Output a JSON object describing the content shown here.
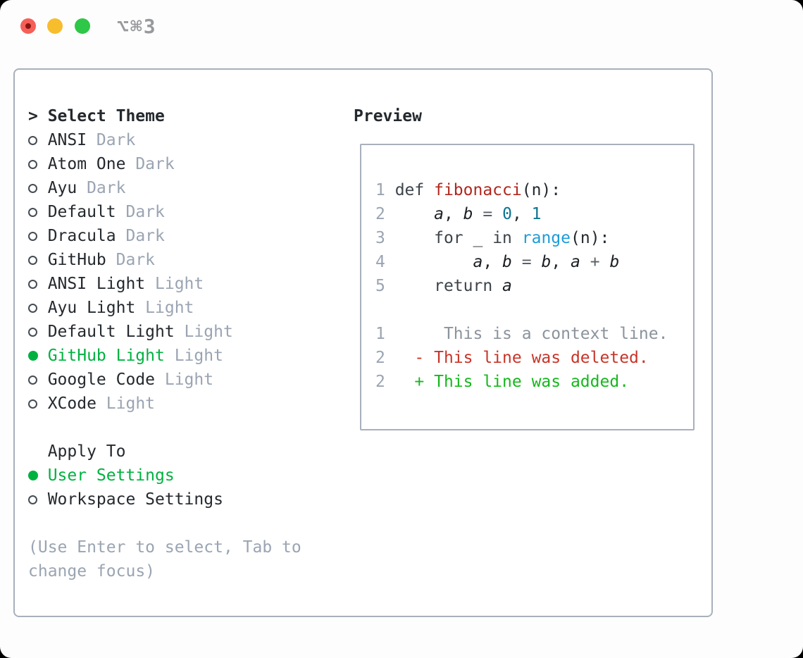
{
  "window": {
    "shortcut": "⌥⌘3"
  },
  "colors": {
    "text": "#24292e",
    "muted": "#9aa4b2",
    "accent-green": "#00b140",
    "panel-border": "#a8b0bb",
    "radio-ring": "#454c54",
    "linenum": "#9aa4b2",
    "shortcut-gray": "#98999d",
    "traffic-red": "#f65f57",
    "traffic-red-dot": "#851710",
    "traffic-yellow": "#f8bd2d",
    "traffic-green": "#2ec748",
    "code-keyword": "#3d444b",
    "code-func": "#b0281e",
    "code-number": "#0e7490",
    "code-builtin": "#1e9cd7",
    "code-var": "#1b1f23",
    "code-op": "#5a6068",
    "diff-context": "#8b939c",
    "diff-deleted": "#c93428",
    "diff-added": "#15b81c"
  },
  "left": {
    "prompt": ">",
    "title": "Select Theme",
    "themes": [
      {
        "name": "ANSI",
        "variant": "Dark",
        "selected": false
      },
      {
        "name": "Atom One",
        "variant": "Dark",
        "selected": false
      },
      {
        "name": "Ayu",
        "variant": "Dark",
        "selected": false
      },
      {
        "name": "Default",
        "variant": "Dark",
        "selected": false
      },
      {
        "name": "Dracula",
        "variant": "Dark",
        "selected": false
      },
      {
        "name": "GitHub",
        "variant": "Dark",
        "selected": false
      },
      {
        "name": "ANSI Light",
        "variant": "Light",
        "selected": false
      },
      {
        "name": "Ayu Light",
        "variant": "Light",
        "selected": false
      },
      {
        "name": "Default Light",
        "variant": "Light",
        "selected": false
      },
      {
        "name": "GitHub Light",
        "variant": "Light",
        "selected": true
      },
      {
        "name": "Google Code",
        "variant": "Light",
        "selected": false
      },
      {
        "name": "XCode",
        "variant": "Light",
        "selected": false
      }
    ],
    "apply_to": {
      "title": "Apply To",
      "options": [
        {
          "label": "User Settings",
          "selected": true
        },
        {
          "label": "Workspace Settings",
          "selected": false
        }
      ]
    },
    "hint_lines": [
      "(Use Enter to select, Tab to",
      "change focus)"
    ]
  },
  "preview": {
    "title": "Preview",
    "lines": [
      {
        "num": "1",
        "tokens": [
          {
            "t": "def ",
            "c": "keyword"
          },
          {
            "t": "fibonacci",
            "c": "func"
          },
          {
            "t": "(n):",
            "c": "text"
          }
        ]
      },
      {
        "num": "2",
        "tokens": [
          {
            "t": "    ",
            "c": "text"
          },
          {
            "t": "a",
            "c": "var"
          },
          {
            "t": ", ",
            "c": "text"
          },
          {
            "t": "b",
            "c": "var"
          },
          {
            "t": " ",
            "c": "text"
          },
          {
            "t": "=",
            "c": "op"
          },
          {
            "t": " ",
            "c": "text"
          },
          {
            "t": "0",
            "c": "number"
          },
          {
            "t": ", ",
            "c": "text"
          },
          {
            "t": "1",
            "c": "number"
          }
        ]
      },
      {
        "num": "3",
        "tokens": [
          {
            "t": "    ",
            "c": "text"
          },
          {
            "t": "for",
            "c": "keyword"
          },
          {
            "t": " _ ",
            "c": "text"
          },
          {
            "t": "in",
            "c": "keyword"
          },
          {
            "t": " ",
            "c": "text"
          },
          {
            "t": "range",
            "c": "builtin"
          },
          {
            "t": "(n):",
            "c": "text"
          }
        ]
      },
      {
        "num": "4",
        "tokens": [
          {
            "t": "        ",
            "c": "text"
          },
          {
            "t": "a",
            "c": "var"
          },
          {
            "t": ", ",
            "c": "text"
          },
          {
            "t": "b",
            "c": "var"
          },
          {
            "t": " ",
            "c": "text"
          },
          {
            "t": "=",
            "c": "op"
          },
          {
            "t": " ",
            "c": "text"
          },
          {
            "t": "b",
            "c": "var"
          },
          {
            "t": ", ",
            "c": "text"
          },
          {
            "t": "a",
            "c": "var"
          },
          {
            "t": " ",
            "c": "text"
          },
          {
            "t": "+",
            "c": "op"
          },
          {
            "t": " ",
            "c": "text"
          },
          {
            "t": "b",
            "c": "var"
          }
        ]
      },
      {
        "num": "5",
        "tokens": [
          {
            "t": "    ",
            "c": "text"
          },
          {
            "t": "return ",
            "c": "keyword"
          },
          {
            "t": "a",
            "c": "var"
          }
        ]
      },
      {
        "num": "",
        "tokens": []
      },
      {
        "num": "1",
        "tokens": [
          {
            "t": "     This is a context line.",
            "c": "context"
          }
        ]
      },
      {
        "num": "2",
        "tokens": [
          {
            "t": "  - This line was deleted.",
            "c": "deleted"
          }
        ]
      },
      {
        "num": "2",
        "tokens": [
          {
            "t": "  + This line was added.",
            "c": "added"
          }
        ]
      }
    ]
  }
}
